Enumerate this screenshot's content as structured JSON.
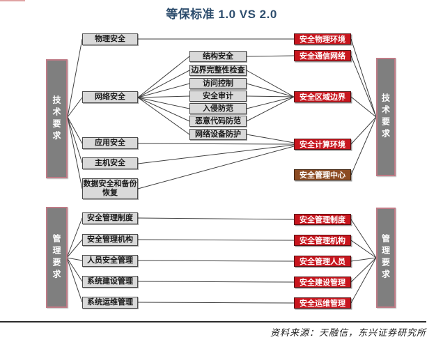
{
  "title": "等保标准 1.0 VS 2.0",
  "colors": {
    "title": "#2e4e6e",
    "v2_box_red": "#c8161e",
    "v2_box_brown": "#8c4b22",
    "v1_box_gray": "#d9d9d9",
    "bar_gray": "#7f7f7f",
    "bar_border_rose": "#bf7b86"
  },
  "tech_section": {
    "left_bar": "技术要求",
    "right_bar": "技术要求",
    "v1_boxes": [
      "物理安全",
      "网络安全",
      "应用安全",
      "主机安全",
      "数据安全和备份恢复"
    ],
    "sub_boxes": [
      "结构安全",
      "边界完整性检查",
      "访问控制",
      "安全审计",
      "入侵防范",
      "恶意代码防范",
      "网络设备防护"
    ],
    "v2_boxes": [
      "安全物理环境",
      "安全通信网络",
      "安全区域边界",
      "安全计算环境",
      "安全管理中心"
    ]
  },
  "mgmt_section": {
    "left_bar": "管理要求",
    "right_bar": "管理要求",
    "v1_boxes": [
      "安全管理制度",
      "安全管理机构",
      "人员安全管理",
      "系统建设管理",
      "系统运维管理"
    ],
    "v2_boxes": [
      "安全管理制度",
      "安全管理机构",
      "安全管理人员",
      "安全建设管理",
      "安全运维管理"
    ]
  },
  "footer": {
    "source": "资料来源：天融信，东兴证券研究所"
  }
}
